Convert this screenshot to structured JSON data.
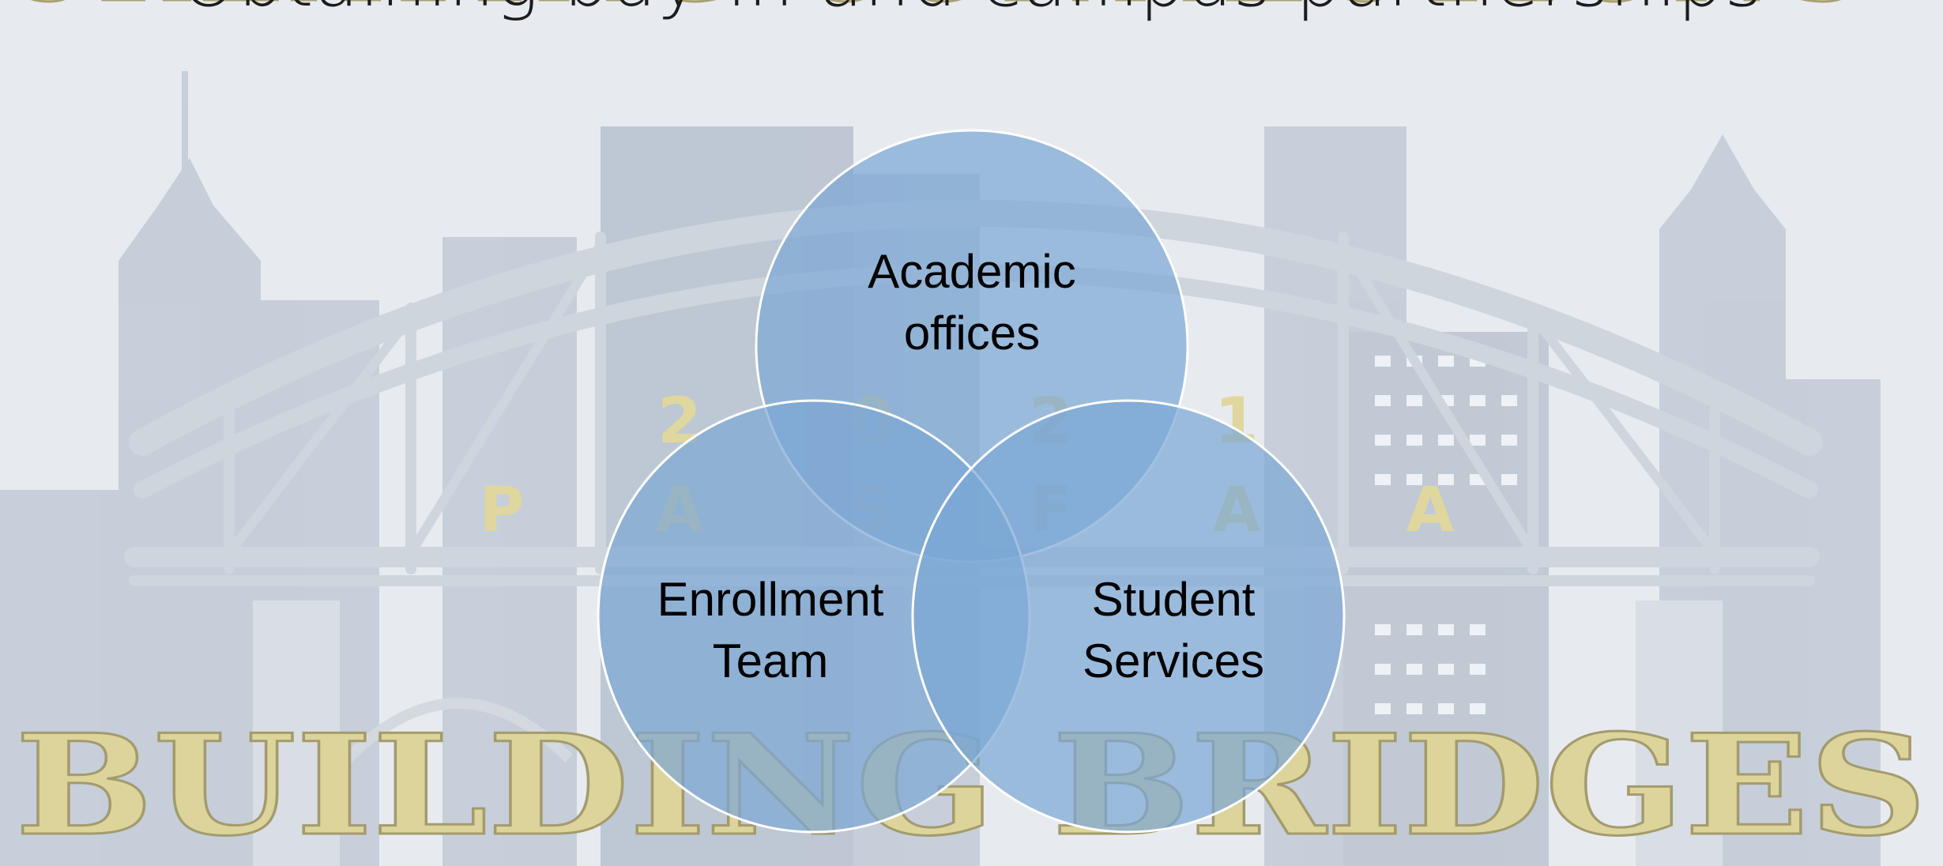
{
  "slide": {
    "title": "Obtaining buy-in and campus partnerships"
  },
  "background": {
    "arch_text": "CREATING CONNECTIONS",
    "bottom_text": "BUILDING BRIDGES",
    "year_digits": [
      "2",
      "0",
      "2",
      "1"
    ],
    "org_letters": [
      "P",
      "A",
      "S",
      "F",
      "A",
      "A"
    ],
    "colors": {
      "logo_gold": "#dcd39a",
      "skyline": "#c3ccd7",
      "sky": "#e7ebf0"
    }
  },
  "venn": {
    "circle_color": "#7aa6d4",
    "circles": [
      {
        "id": "academic",
        "lines": [
          "Academic",
          "offices"
        ]
      },
      {
        "id": "enrollment",
        "lines": [
          "Enrollment",
          "Team"
        ]
      },
      {
        "id": "student",
        "lines": [
          "Student",
          "Services"
        ]
      }
    ]
  }
}
